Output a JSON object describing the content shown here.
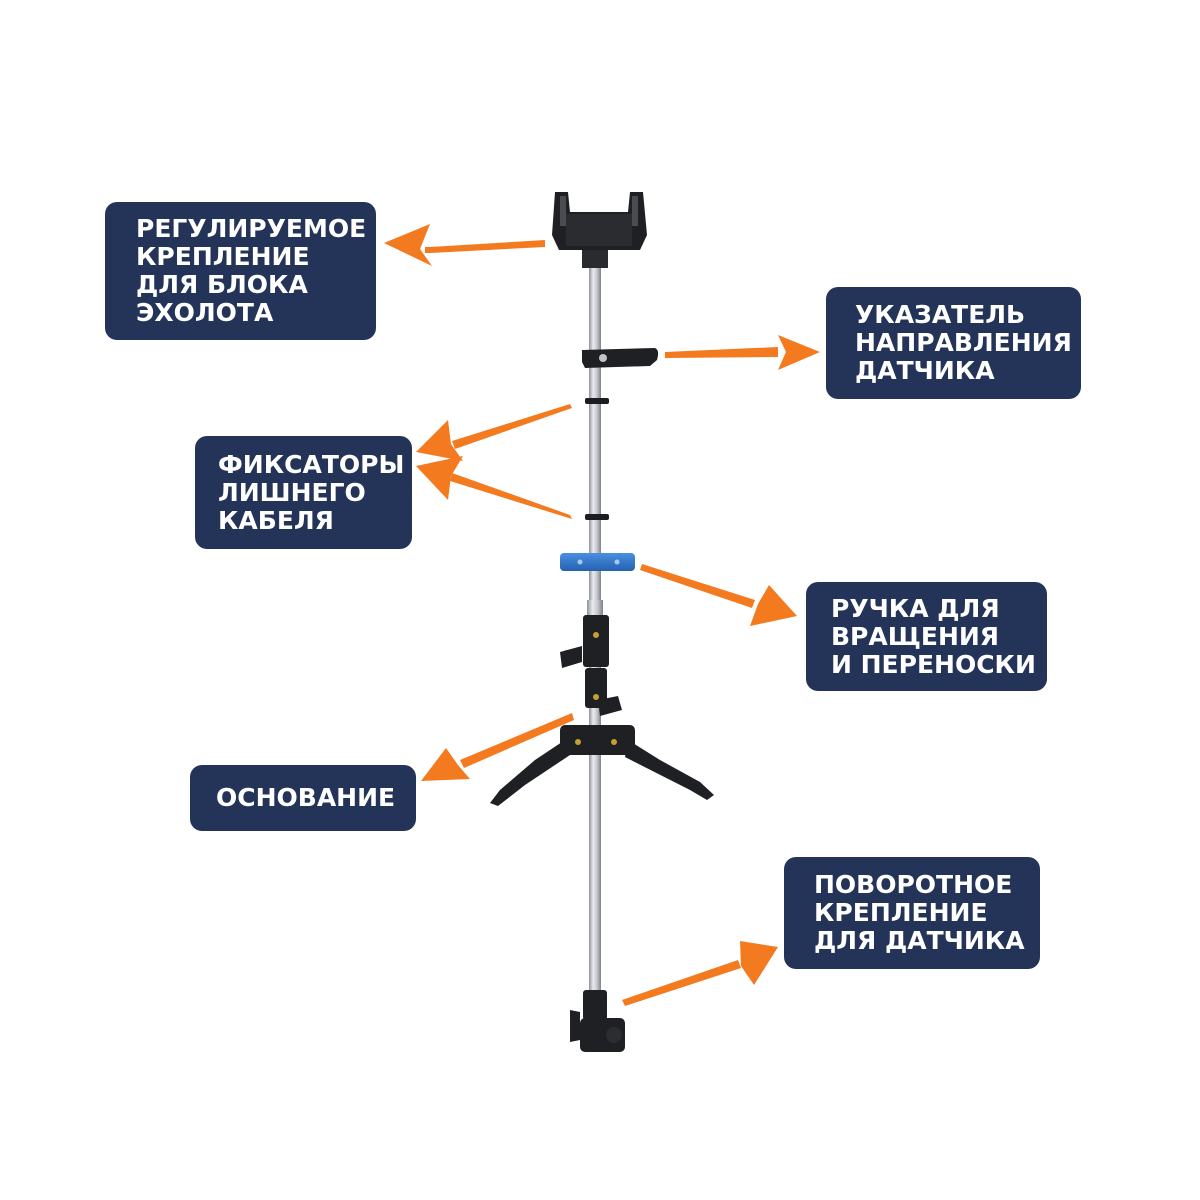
{
  "colors": {
    "label_bg": "#243459",
    "label_text": "#ffffff",
    "arrow": "#f47a20",
    "pole": "#c9ccd1",
    "hardware": "#1e1f22",
    "handle": "#2f74c9"
  },
  "labels": {
    "adjustable_mount": {
      "lines": [
        "РЕГУЛИРУЕМОЕ",
        "КРЕПЛЕНИЕ",
        "ДЛЯ БЛОКА",
        "ЭХОЛОТА"
      ]
    },
    "sensor_pointer": {
      "lines": [
        "УКАЗАТЕЛЬ",
        "НАПРАВЛЕНИЯ",
        "ДАТЧИКА"
      ]
    },
    "cable_clips": {
      "lines": [
        "ФИКСАТОРЫ",
        "ЛИШНЕГО",
        "КАБЕЛЯ"
      ]
    },
    "handle": {
      "lines": [
        "РУЧКА ДЛЯ",
        "ВРАЩЕНИЯ",
        "И ПЕРЕНОСКИ"
      ]
    },
    "base": {
      "lines": [
        "ОСНОВАНИЕ"
      ]
    },
    "rotary_mount": {
      "lines": [
        "ПОВОРОТНОЕ",
        "КРЕПЛЕНИЕ",
        "ДЛЯ ДАТЧИКА"
      ]
    }
  }
}
